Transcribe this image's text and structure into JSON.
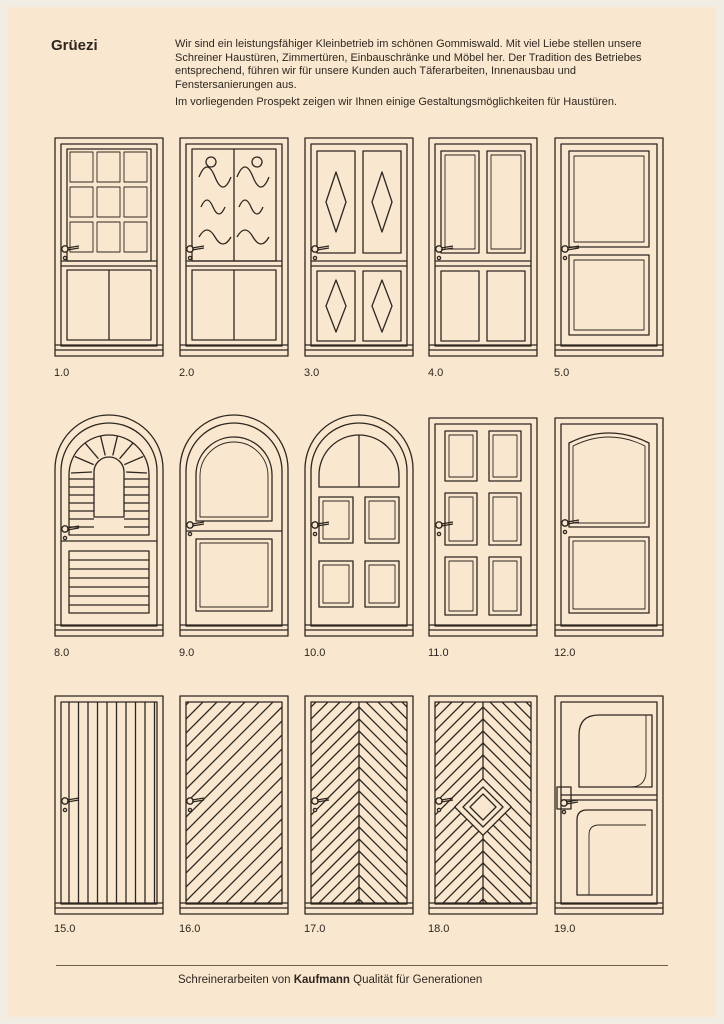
{
  "greeting": "Grüezi",
  "intro": {
    "paragraph1": "Wir sind ein leistungsfähiger Kleinbetrieb im schönen Gommiswald. Mit viel Liebe stellen unsere Schreiner Haustüren, Zimmertüren, Einbauschränke und Möbel her. Der Tradition des Betriebes entsprechend, führen wir für unsere Kunden auch Täferarbeiten, Innenausbau und Fenstersanierungen aus.",
    "paragraph2": "Im vorliegenden Prospekt zeigen wir Ihnen einige Gestaltungsmöglichkeiten für Haustüren."
  },
  "doors": [
    {
      "number": "1.0",
      "style": "nine-lite-glass"
    },
    {
      "number": "2.0",
      "style": "wrought-iron-glass"
    },
    {
      "number": "3.0",
      "style": "diamond-panels"
    },
    {
      "number": "4.0",
      "style": "four-panel"
    },
    {
      "number": "5.0",
      "style": "two-panel-large"
    },
    {
      "number": "8.0",
      "style": "arched-fanlight-slats"
    },
    {
      "number": "9.0",
      "style": "arched-two-panel"
    },
    {
      "number": "10.0",
      "style": "arched-six-panel"
    },
    {
      "number": "11.0",
      "style": "six-panel"
    },
    {
      "number": "12.0",
      "style": "curved-top-two-panel"
    },
    {
      "number": "15.0",
      "style": "vertical-boards"
    },
    {
      "number": "16.0",
      "style": "diagonal-boards"
    },
    {
      "number": "17.0",
      "style": "herringbone-boards"
    },
    {
      "number": "18.0",
      "style": "diamond-herringbone"
    },
    {
      "number": "19.0",
      "style": "modern-curved-panels"
    }
  ],
  "footer": {
    "prefix": "Schreinerarbeiten von",
    "brand": "Kaufmann",
    "suffix": "Qualität für Generationen"
  }
}
